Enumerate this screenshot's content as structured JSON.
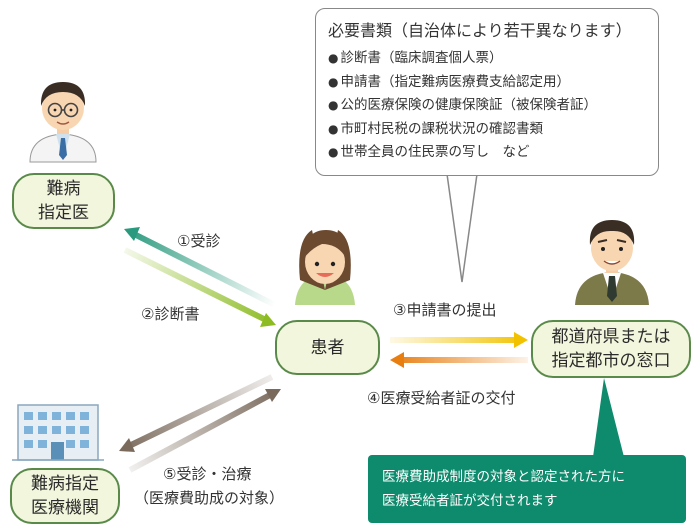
{
  "nodes": {
    "doctor": "難病\n指定医",
    "patient": "患者",
    "government": "都道府県または\n指定都市の窓口",
    "institution": "難病指定\n医療機関"
  },
  "arrows": {
    "visit": "①受診",
    "diagnosis": "②診断書",
    "submit": "③申請書の提出",
    "issue": "④医療受給者証の交付",
    "treatment_line1": "⑤受診・治療",
    "treatment_line2": "（医療費助成の対象）"
  },
  "documents": {
    "title": "必要書類（自治体により若干異なります）",
    "items": [
      "診断書（臨床調査個人票）",
      "申請書（指定難病医療費支給認定用）",
      "公的医療保険の健康保険証（被保険者証）",
      "市町村民税の課税状況の確認書類",
      "世帯全員の住民票の写し　など"
    ]
  },
  "note": "医療費助成制度の対象と認定された方に\n医療受給者証が交付されます",
  "colors": {
    "node_fill": "#f2f6dc",
    "node_border": "#5a8a4a",
    "visit_arrow": "#2a9a7e",
    "diagnosis_arrow": "#8cbb22",
    "submit_arrow": "#f2c200",
    "issue_arrow": "#e87d10",
    "treatment_arrow": "#7a6a5c",
    "note_fill": "#0e8a6c"
  }
}
